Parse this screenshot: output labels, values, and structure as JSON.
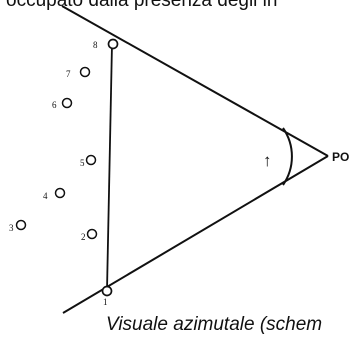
{
  "header_text": "occupato dalla presenza degli in",
  "caption": "Visuale azimutale (schem",
  "observer_label": "PO",
  "points": [
    {
      "label": "1"
    },
    {
      "label": "2"
    },
    {
      "label": "3"
    },
    {
      "label": "4"
    },
    {
      "label": "5"
    },
    {
      "label": "6"
    },
    {
      "label": "7"
    },
    {
      "label": "8"
    }
  ],
  "arrow_glyph": "↑"
}
